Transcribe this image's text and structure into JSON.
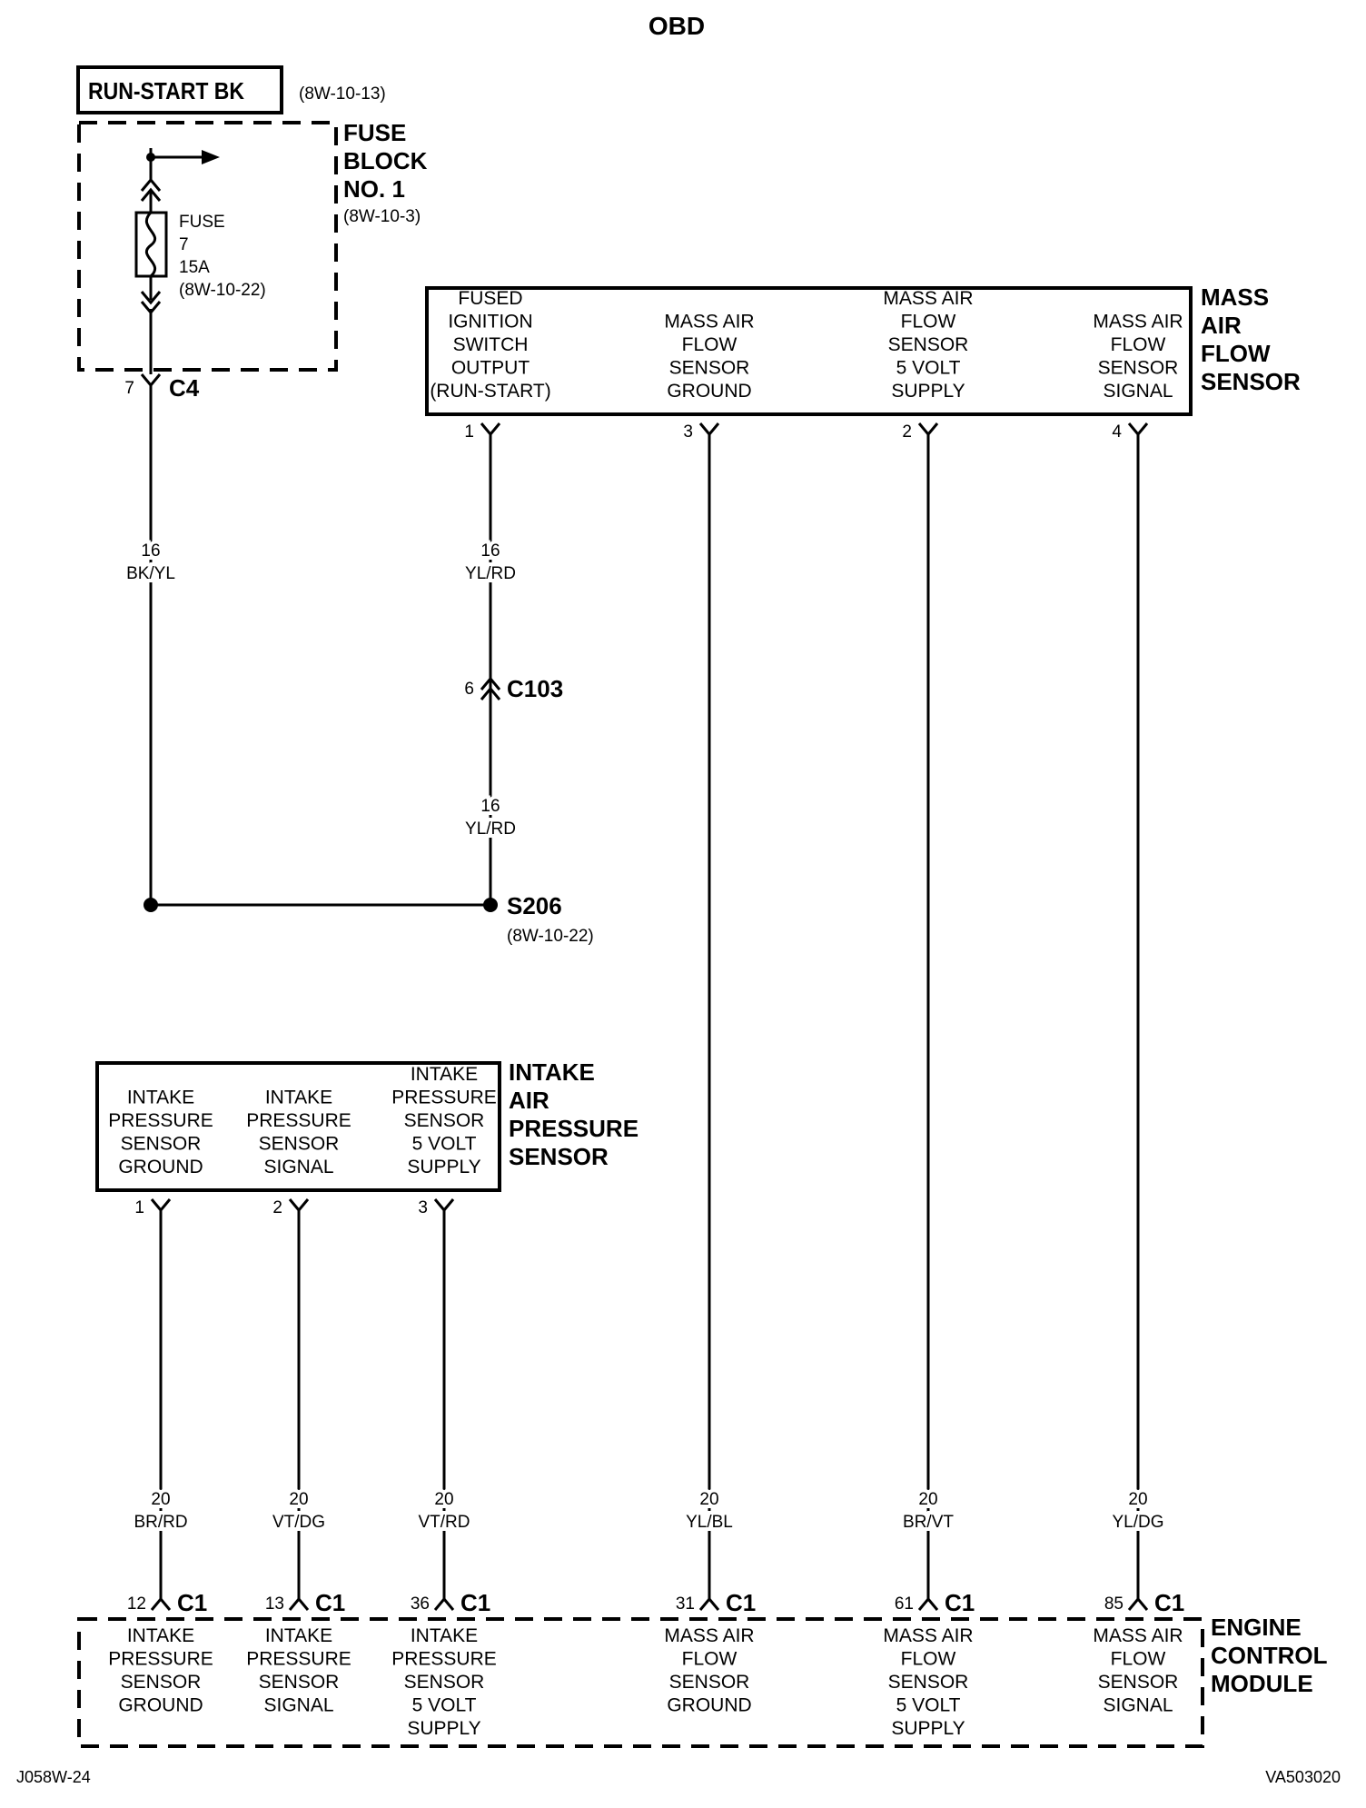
{
  "title": "OBD",
  "run_start": {
    "label": "RUN-START BK",
    "ref": "(8W-10-13)"
  },
  "fuse_block": {
    "name": [
      "FUSE",
      "BLOCK",
      "NO. 1"
    ],
    "ref": "(8W-10-3)",
    "fuse_lines": [
      "FUSE",
      "7",
      "15A",
      "(8W-10-22)"
    ],
    "connector_pin": "7",
    "connector": "C4"
  },
  "maf_sensor": {
    "name": [
      "MASS",
      "AIR",
      "FLOW",
      "SENSOR"
    ],
    "pins": [
      {
        "pin": "1",
        "lines": [
          "FUSED",
          "IGNITION",
          "SWITCH",
          "OUTPUT",
          "(RUN-START)"
        ]
      },
      {
        "pin": "3",
        "lines": [
          "MASS AIR",
          "FLOW",
          "SENSOR",
          "GROUND"
        ]
      },
      {
        "pin": "2",
        "lines": [
          "MASS AIR",
          "FLOW",
          "SENSOR",
          "5 VOLT",
          "SUPPLY"
        ]
      },
      {
        "pin": "4",
        "lines": [
          "MASS AIR",
          "FLOW",
          "SENSOR",
          "SIGNAL"
        ]
      }
    ]
  },
  "wires": {
    "fuse_feed": {
      "gauge": "16",
      "color": "BK/YL"
    },
    "maf_feed_upper": {
      "gauge": "16",
      "color": "YL/RD"
    },
    "maf_feed_lower": {
      "gauge": "16",
      "color": "YL/RD"
    },
    "ecm": [
      {
        "gauge": "20",
        "color": "BR/RD"
      },
      {
        "gauge": "20",
        "color": "VT/DG"
      },
      {
        "gauge": "20",
        "color": "VT/RD"
      },
      {
        "gauge": "20",
        "color": "YL/BL"
      },
      {
        "gauge": "20",
        "color": "BR/VT"
      },
      {
        "gauge": "20",
        "color": "YL/DG"
      }
    ]
  },
  "c103": {
    "pin": "6",
    "label": "C103"
  },
  "splice": {
    "label": "S206",
    "ref": "(8W-10-22)"
  },
  "iap_sensor": {
    "name": [
      "INTAKE",
      "AIR",
      "PRESSURE",
      "SENSOR"
    ],
    "pins": [
      {
        "pin": "1",
        "lines": [
          "INTAKE",
          "PRESSURE",
          "SENSOR",
          "GROUND"
        ]
      },
      {
        "pin": "2",
        "lines": [
          "INTAKE",
          "PRESSURE",
          "SENSOR",
          "SIGNAL"
        ]
      },
      {
        "pin": "3",
        "lines": [
          "INTAKE",
          "PRESSURE",
          "SENSOR",
          "5 VOLT",
          "SUPPLY"
        ]
      }
    ]
  },
  "ecm": {
    "name": [
      "ENGINE",
      "CONTROL",
      "MODULE"
    ],
    "connector": "C1",
    "pins": [
      {
        "pin": "12",
        "lines": [
          "INTAKE",
          "PRESSURE",
          "SENSOR",
          "GROUND"
        ]
      },
      {
        "pin": "13",
        "lines": [
          "INTAKE",
          "PRESSURE",
          "SENSOR",
          "SIGNAL"
        ]
      },
      {
        "pin": "36",
        "lines": [
          "INTAKE",
          "PRESSURE",
          "SENSOR",
          "5 VOLT",
          "SUPPLY"
        ]
      },
      {
        "pin": "31",
        "lines": [
          "MASS AIR",
          "FLOW",
          "SENSOR",
          "GROUND"
        ]
      },
      {
        "pin": "61",
        "lines": [
          "MASS AIR",
          "FLOW",
          "SENSOR",
          "5 VOLT",
          "SUPPLY"
        ]
      },
      {
        "pin": "85",
        "lines": [
          "MASS AIR",
          "FLOW",
          "SENSOR",
          "SIGNAL"
        ]
      }
    ]
  },
  "footer": {
    "left": "J058W-24",
    "right": "VA503020"
  }
}
